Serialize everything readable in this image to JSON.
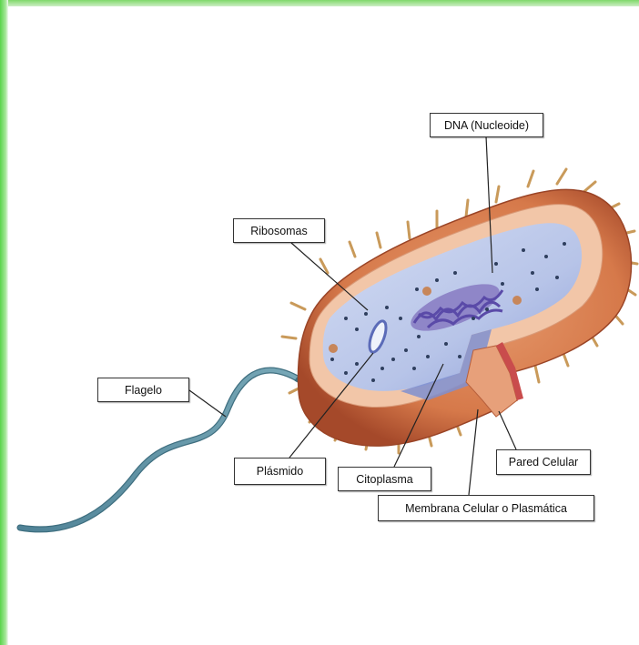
{
  "labels": {
    "dna": "DNA (Nucleoide)",
    "ribosomas": "Ribosomas",
    "flagelo": "Flagelo",
    "plasmido": "Plásmido",
    "citoplasma": "Citoplasma",
    "pared": "Pared Celular",
    "membrana": "Membrana Celular o Plasmática"
  },
  "colors": {
    "wall": "#d6794a",
    "wall_dark": "#a5492a",
    "membrane": "#f2c6a8",
    "cytoplasm": "#b7c4e8",
    "cytoplasm_dark": "#7f8fd0",
    "dna": "#5a4aa8",
    "flagellum": "#5b8fa0",
    "frame_green": "#59d44a"
  }
}
